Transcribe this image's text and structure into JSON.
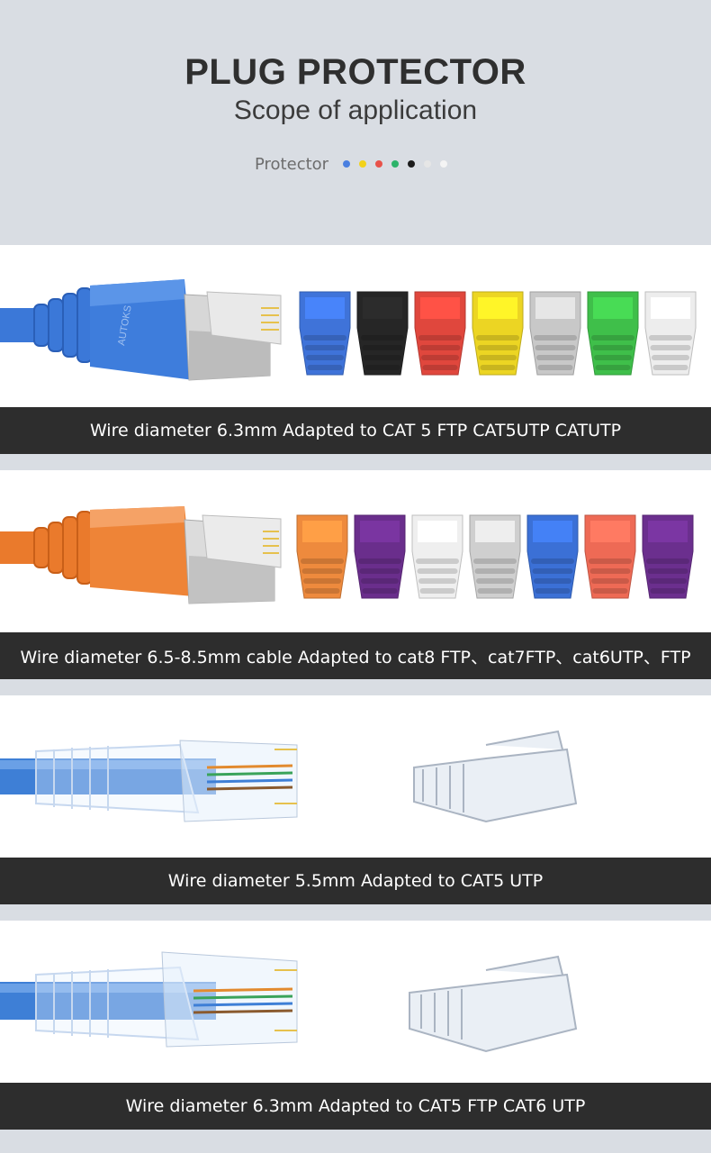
{
  "header": {
    "title": "PLUG PROTECTOR",
    "subtitle": "Scope of application",
    "legend_label": "Protector",
    "legend_colors": [
      "#4a7fe0",
      "#f2d21b",
      "#e8524a",
      "#2db36a",
      "#1c1c1c",
      "#e6e6e6",
      "#f4f4f4"
    ]
  },
  "sections": [
    {
      "caption": "Wire diameter 6.3mm Adapted to CAT 5 FTP CAT5UTP CATUTP",
      "boot_label": "AUTOKS",
      "cable_color": "#3b78d8",
      "boot_colors": [
        "#3f73d9",
        "#262626",
        "#e0473d",
        "#ecd523",
        "#c8c8c8",
        "#3fbf4a",
        "#ededed"
      ]
    },
    {
      "caption": "Wire diameter 6.5-8.5mm cable Adapted to cat8 FTP、cat7FTP、cat6UTP、FTP",
      "cable_color": "#ea7a2c",
      "boot_colors": [
        "#ee8a3d",
        "#6a2e8c",
        "#efefef",
        "#cfcfcf",
        "#3b70d6",
        "#ee6a55",
        "#6b2f8e"
      ]
    },
    {
      "caption": "Wire diameter 5.5mm Adapted to CAT5 UTP",
      "cable_color": "#3e7fd6"
    },
    {
      "caption": "Wire diameter 6.3mm Adapted to CAT5 FTP  CAT6 UTP",
      "cable_color": "#3e7fd6"
    }
  ]
}
